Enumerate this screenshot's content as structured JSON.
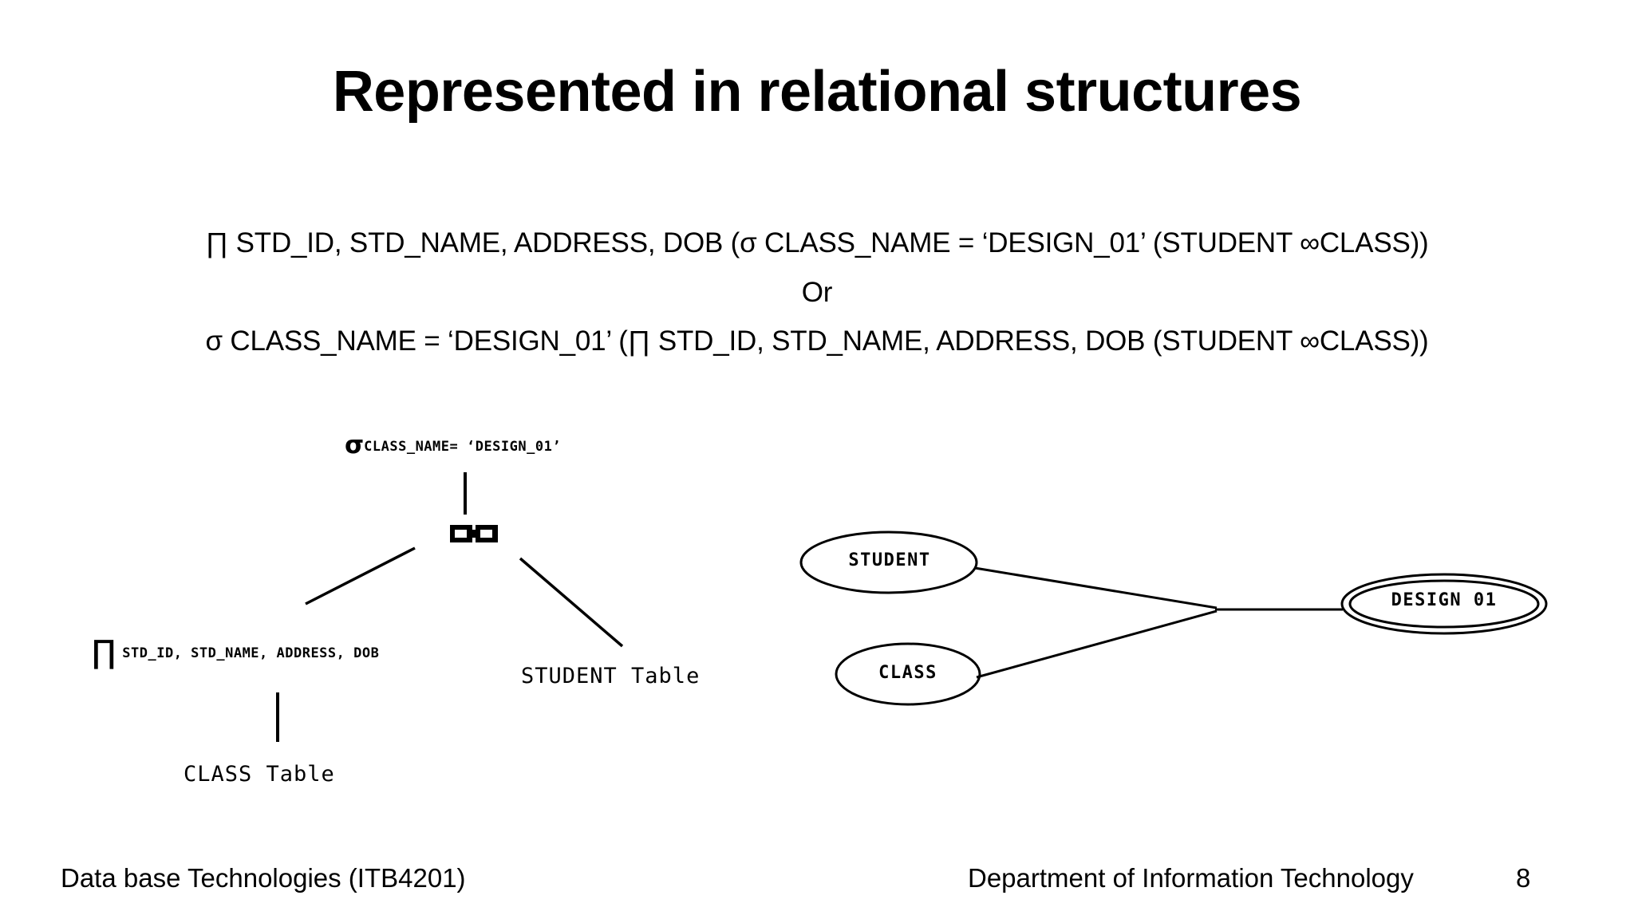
{
  "slide": {
    "title": "Represented in relational structures",
    "page_number": "8"
  },
  "algebra": {
    "line1": "∏ STD_ID, STD_NAME, ADDRESS, DOB (σ CLASS_NAME = ‘DESIGN_01’ (STUDENT ∞CLASS))",
    "or": "Or",
    "line2": "σ CLASS_NAME = ‘DESIGN_01’ (∏ STD_ID, STD_NAME, ADDRESS, DOB (STUDENT ∞CLASS))"
  },
  "query_tree": {
    "select_symbol": "σ",
    "select_subscript": "CLASS_NAME= ‘DESIGN_01’",
    "join_symbol": "⋈",
    "project_symbol": "∏",
    "project_subscript": "STD_ID, STD_NAME, ADDRESS, DOB",
    "student_table_label": "STUDENT Table",
    "class_table_label": "CLASS Table"
  },
  "er_diagram": {
    "entity_student": "STUDENT",
    "entity_class": "CLASS",
    "value_design": "DESIGN 01"
  },
  "footer": {
    "left": "Data base Technologies (ITB4201)",
    "right": "Department of Information Technology",
    "page": "8"
  },
  "colors": {
    "background": "#ffffff",
    "ink": "#000000"
  }
}
